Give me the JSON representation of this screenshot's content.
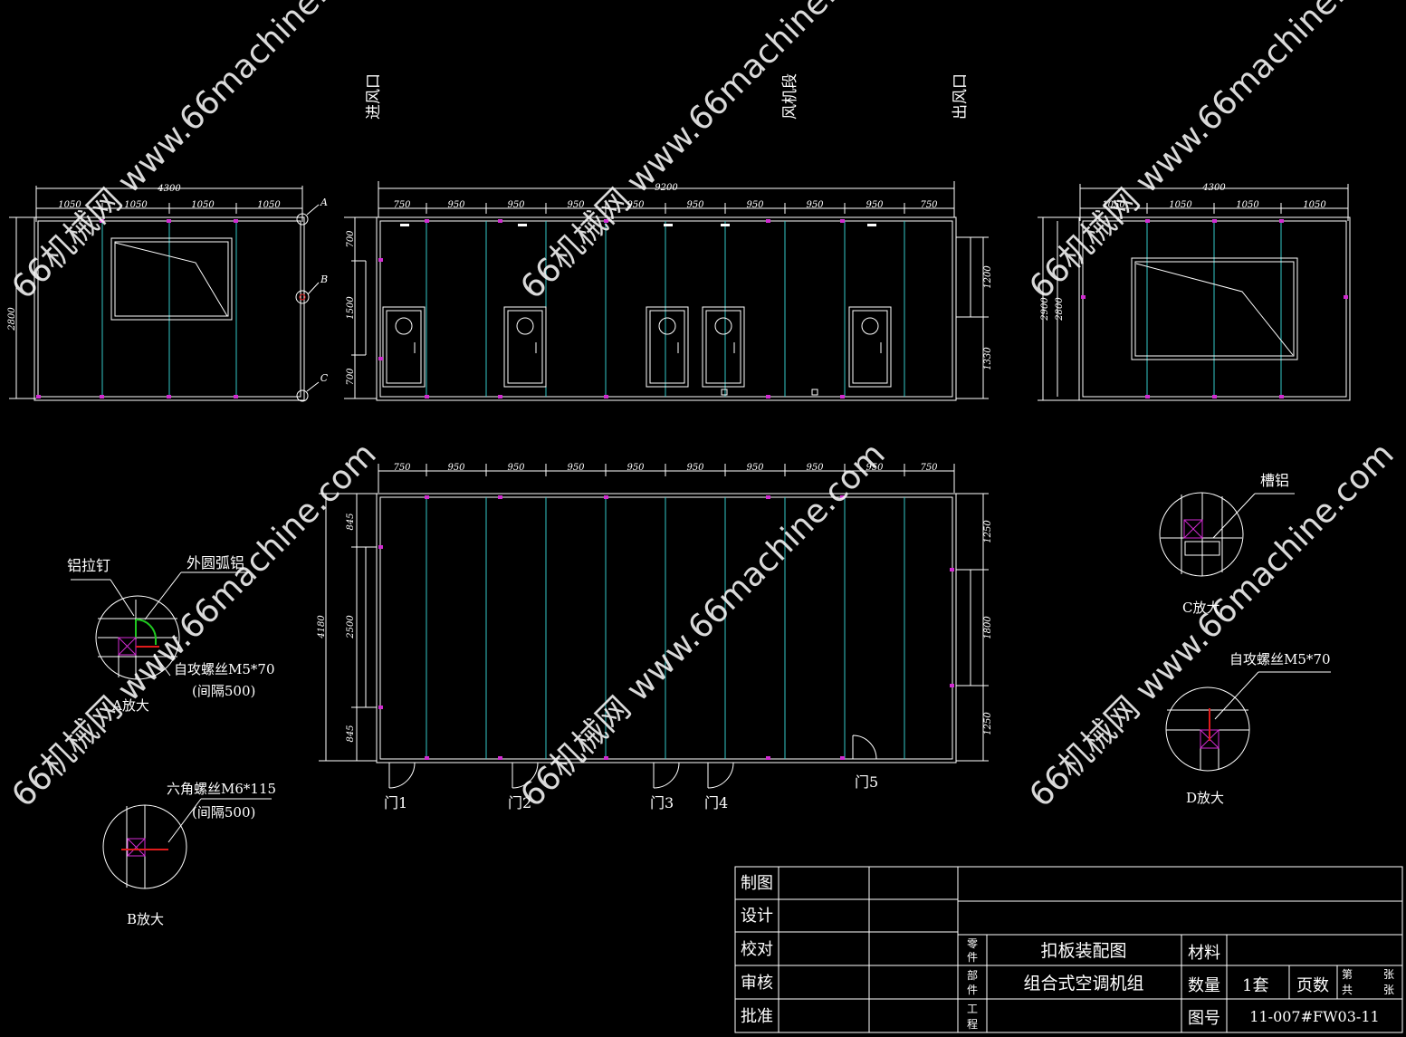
{
  "section_labels": {
    "inlet": "进风口",
    "fan": "风机段",
    "outlet": "出风口"
  },
  "left_view": {
    "overall_width": "4300",
    "segments": [
      "1050",
      "1050",
      "1050",
      "1050"
    ],
    "height": "2800",
    "callouts": [
      "A",
      "B",
      "C"
    ]
  },
  "front_view": {
    "overall_width": "9200",
    "segments": [
      "750",
      "950",
      "950",
      "950",
      "950",
      "950",
      "950",
      "950",
      "950",
      "750"
    ],
    "left_dims": [
      "700",
      "1500",
      "700"
    ],
    "right_dims": [
      "1200",
      "1330"
    ]
  },
  "right_view": {
    "overall_width": "4300",
    "segments": [
      "1050",
      "1050",
      "1050",
      "1050"
    ],
    "height_outer": "2900",
    "height_inner": "2800"
  },
  "plan_view": {
    "segments": [
      "750",
      "950",
      "950",
      "950",
      "950",
      "950",
      "950",
      "950",
      "950",
      "750"
    ],
    "overall_depth": "4180",
    "left_dims": [
      "845",
      "2500",
      "845"
    ],
    "right_dims": [
      "1250",
      "1800",
      "1250"
    ],
    "doors": [
      "门1",
      "门2",
      "门3",
      "门4",
      "门5"
    ]
  },
  "details": {
    "a": {
      "rivet": "铝拉钉",
      "arc_al": "外圆弧铝",
      "screw": "自攻螺丝M5*70",
      "spacing": "(间隔500)",
      "caption": "A放大"
    },
    "b": {
      "bolt": "六角螺丝M6*115",
      "spacing": "(间隔500)",
      "caption": "B放大"
    },
    "c": {
      "channel": "槽铝",
      "caption": "C放大"
    },
    "d": {
      "screw": "自攻螺丝M5*70",
      "caption": "D放大"
    }
  },
  "watermark": "66机械网 www.66machine.com",
  "title_block": {
    "roles": [
      "制图",
      "设计",
      "校对",
      "审核",
      "批准"
    ],
    "part_label": [
      "零",
      "件"
    ],
    "component_label": [
      "部",
      "件"
    ],
    "project_label": [
      "工",
      "程"
    ],
    "drawing_name": "扣板装配图",
    "product_name": "组合式空调机组",
    "material_label": "材料",
    "quantity_label": "数量",
    "quantity_value": "1套",
    "page_label": "页数",
    "sheet_no": "第",
    "sheet_total": "共",
    "sheet_unit_1": "张",
    "sheet_unit_2": "张",
    "drawing_no_label": "图号",
    "drawing_no": "11-007#FW03-11"
  },
  "colors": {
    "background": "#000000",
    "line": "#ffffff",
    "grid": "#35c8c8",
    "marker": "#d22bd2",
    "fastener": "#e01b1b",
    "arc": "#20c820"
  }
}
